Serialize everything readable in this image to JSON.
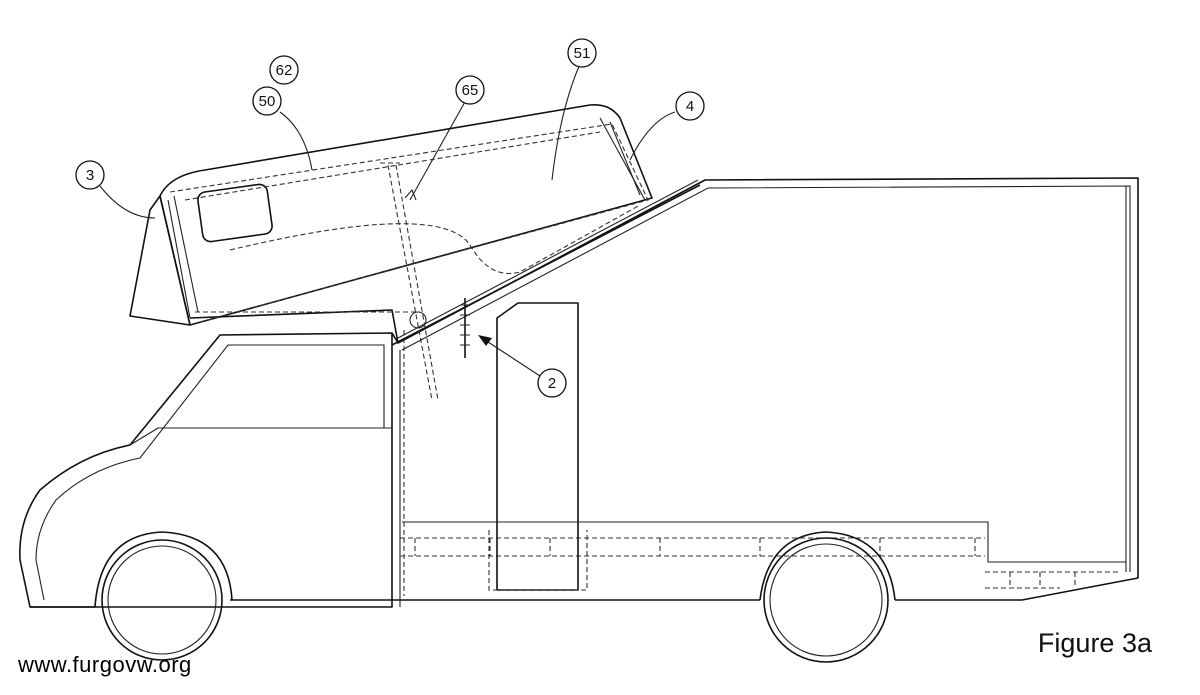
{
  "figure": {
    "caption": "Figure 3a",
    "watermark": "www.furgovw.org"
  },
  "reference_numerals": [
    {
      "id": "ref-62",
      "label": "62"
    },
    {
      "id": "ref-50",
      "label": "50"
    },
    {
      "id": "ref-65",
      "label": "65"
    },
    {
      "id": "ref-51",
      "label": "51"
    },
    {
      "id": "ref-4",
      "label": "4"
    },
    {
      "id": "ref-3",
      "label": "3"
    },
    {
      "id": "ref-2",
      "label": "2"
    }
  ]
}
